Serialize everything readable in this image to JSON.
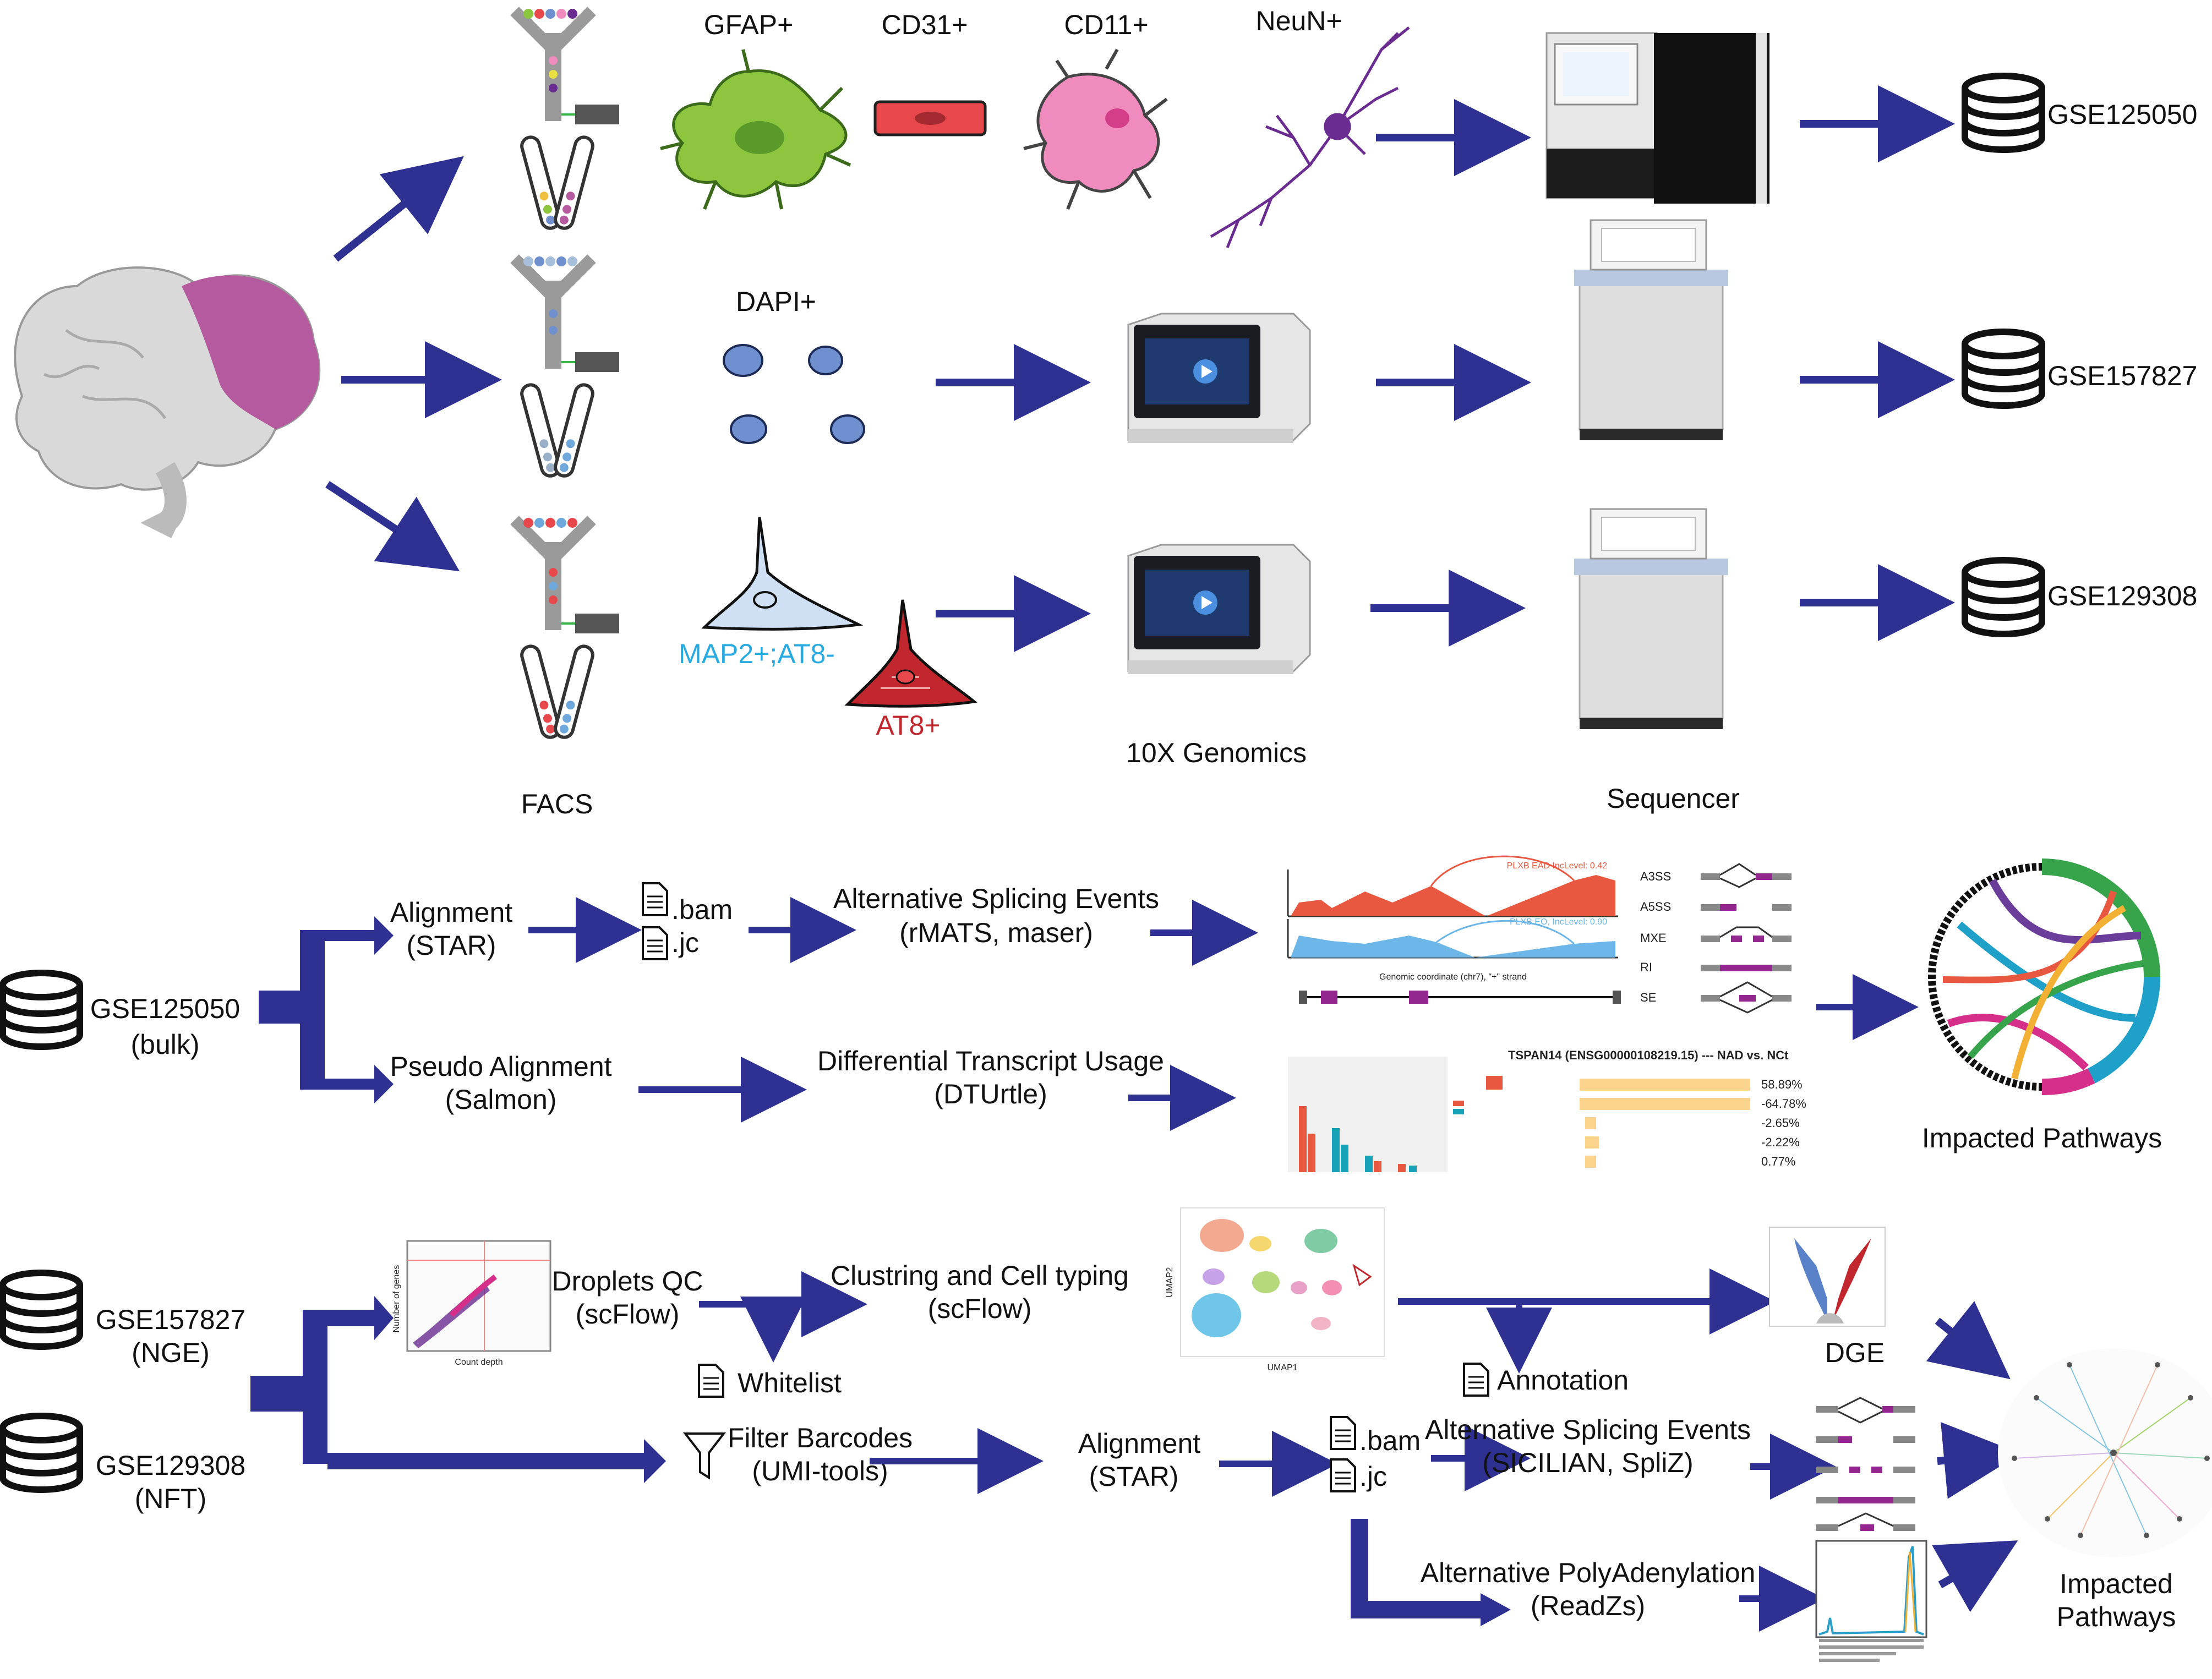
{
  "facs": {
    "label": "FACS",
    "row1_markers": [
      "GFAP+",
      "CD31+",
      "CD11+",
      "NeuN+"
    ],
    "row2_marker": "DAPI+",
    "row3_marker_a": "MAP2+;AT8-",
    "row3_marker_b": "AT8+"
  },
  "instruments": {
    "tenx": "10X Genomics",
    "sequencer": "Sequencer"
  },
  "datasets": {
    "top": [
      "GSE125050",
      "GSE157827",
      "GSE129308"
    ],
    "bulk_id": "GSE125050",
    "bulk_note": "(bulk)",
    "nge_id": "GSE157827",
    "nge_note": "(NGE)",
    "nft_id": "GSE129308",
    "nft_note": "(NFT)"
  },
  "bulk_pipeline": {
    "alignment": "Alignment",
    "alignment_tool": "(STAR)",
    "bam": ".bam",
    "jc": ".jc",
    "as_events": "Alternative Splicing Events",
    "as_tools": "(rMATS, maser)",
    "pseudo": "Pseudo Alignment",
    "pseudo_tool": "(Salmon)",
    "dtu": "Differential Transcript Usage",
    "dtu_tool": "(DTUrtle)",
    "event_types": [
      "A3SS",
      "A5SS",
      "MXE",
      "RI",
      "SE"
    ],
    "sashimi_top": "PLXB EAD IncLevel: 0.42",
    "sashimi_bottom": "PLXB EO, IncLevel: 0.90",
    "sashimi_axis": "Genomic coordinate (chr7), \"+\" strand",
    "dtu_title": "TSPAN14 (ENSG00000108219.15) --- NAD vs. NCt",
    "dtu_values": [
      "58.89%",
      "-64.78%",
      "-2.65%",
      "-2.22%",
      "0.77%"
    ],
    "impacted": "Impacted Pathways"
  },
  "sc_pipeline": {
    "qc": "Droplets QC",
    "qc_tool": "(scFlow)",
    "clust": "Clustring and Cell typing",
    "clust_tool": "(scFlow)",
    "whitelist": "Whitelist",
    "annotation": "Annotation",
    "dge": "DGE",
    "filter": "Filter Barcodes",
    "filter_tool": "(UMI-tools)",
    "alignment": "Alignment",
    "alignment_tool": "(STAR)",
    "bam": ".bam",
    "jc": ".jc",
    "as_events": "Alternative Splicing Events",
    "as_tools": "(SICILIAN, SpliZ)",
    "apa": "Alternative PolyAdenylation",
    "apa_tool": "(ReadZs)",
    "impacted_a": "Impacted",
    "impacted_b": "Pathways",
    "qc_xlabel": "Count depth",
    "qc_ylabel": "Number of genes",
    "umap_x": "UMAP1",
    "umap_y": "UMAP2"
  },
  "colors": {
    "arrow": "#2e3192",
    "brain": "#b55a9e",
    "gfap": "#8cc63f",
    "cd31": "#e8474c",
    "cd11": "#f08bbd",
    "neun": "#6a2c91",
    "dapi": "#6f8fcf",
    "map2": "#29abe2",
    "at8": "#c1272d"
  }
}
